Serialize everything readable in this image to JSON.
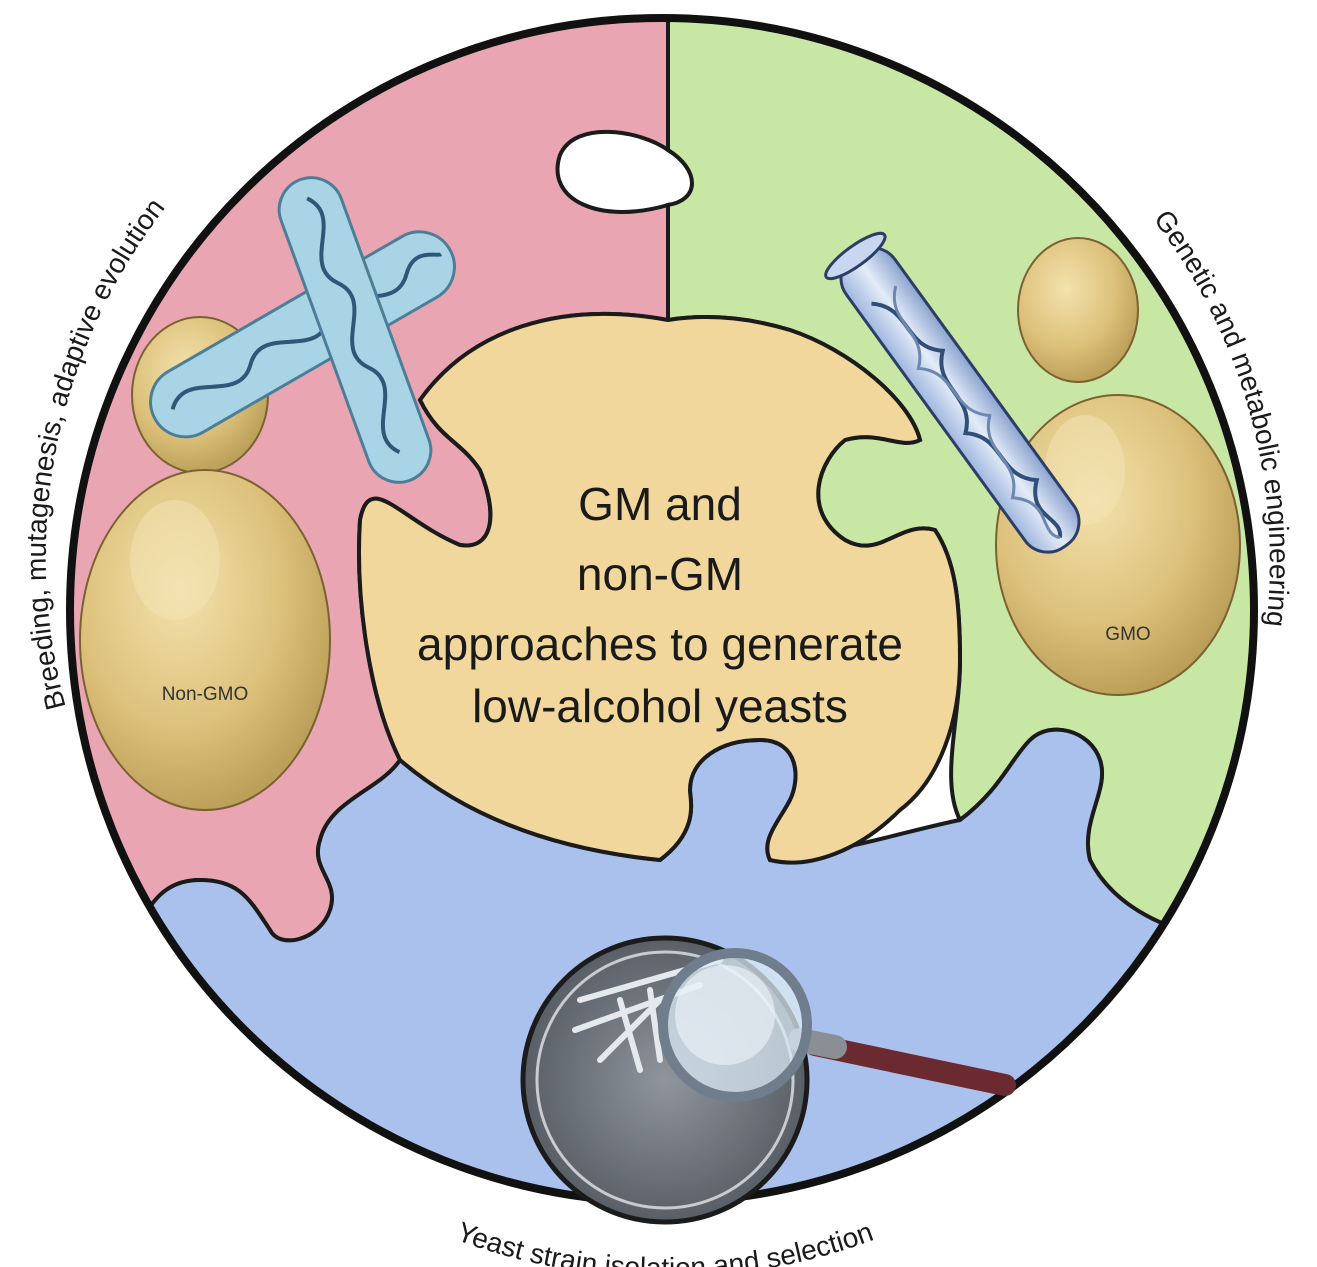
{
  "colors": {
    "breeding_piece": "#e9a6b2",
    "engineering_piece": "#c9e7a4",
    "isolation_piece": "#a9c1ec",
    "center_piece": "#f1d79b",
    "yeast_cell": "#dcc07a",
    "outline": "#1b1b1b"
  },
  "center": {
    "line1": "GM and",
    "line2": "non-GM",
    "line3": "approaches to generate",
    "line4": "low-alcohol yeasts"
  },
  "segments": {
    "breeding_label": "Breeding, mutagenesis, adaptive evolution",
    "engineering_label": "Genetic and metabolic engineering",
    "isolation_label": "Yeast strain isolation and selection"
  },
  "labels": {
    "non_gmo": "Non-GMO",
    "gmo": "GMO"
  },
  "icons": {
    "chromosome": "chromosome-icon",
    "test_tube": "test-tube-dna-icon",
    "petri_dish": "petri-dish-icon",
    "magnifier": "magnifying-glass-icon"
  }
}
